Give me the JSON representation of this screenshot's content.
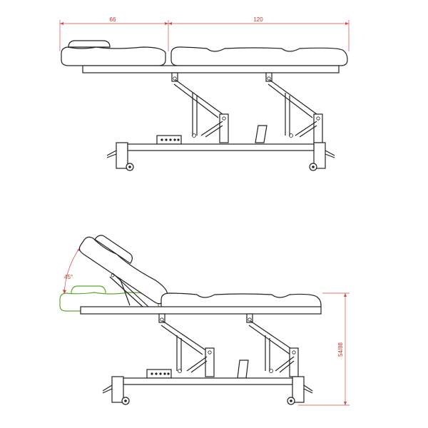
{
  "dimensions": {
    "head_length": "66",
    "body_length": "120",
    "recline_angle": "45°",
    "height_range": "54/88"
  },
  "colors": {
    "dimension_line": "#d04a4a",
    "recline_outline": "#5aa832",
    "drawing_line": "#222222"
  }
}
